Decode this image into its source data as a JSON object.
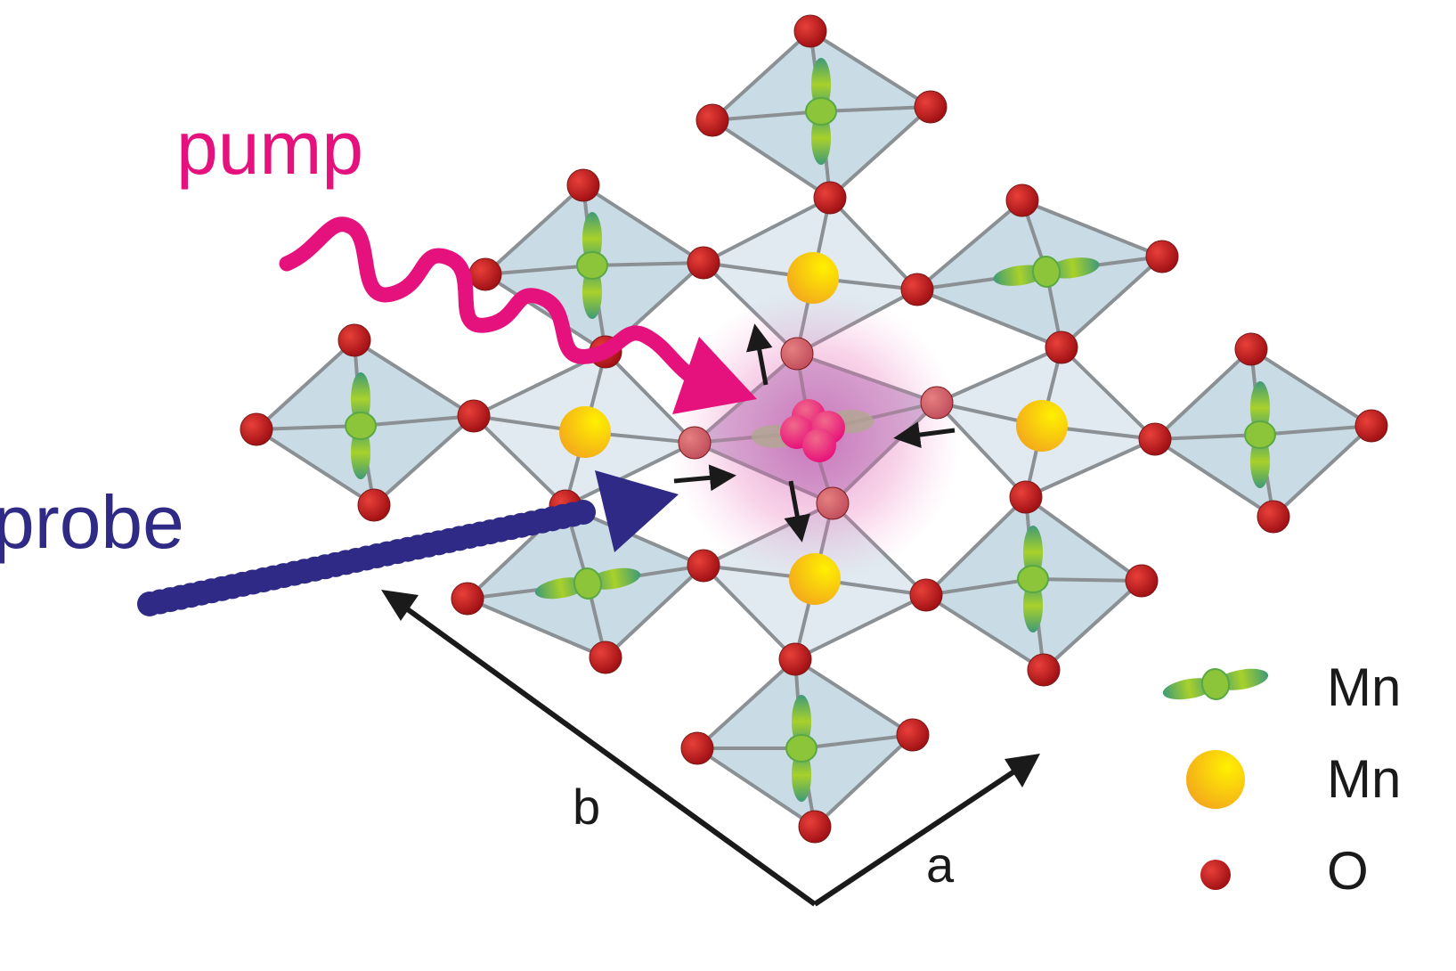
{
  "labels": {
    "pump": "pump",
    "probe": "probe",
    "axis_a": "a",
    "axis_b": "b"
  },
  "legend": [
    {
      "symbol": "orbital-icon",
      "label": "Mn"
    },
    {
      "symbol": "yellow-sphere-icon",
      "label": "Mn"
    },
    {
      "symbol": "red-sphere-icon",
      "label": "O"
    }
  ],
  "colors": {
    "pump": "#e5127d",
    "probe": "#2e2a85",
    "oxygen": "#c8161d",
    "mn4": "#f7c21a",
    "orbital": "#6cb33f",
    "octahedron_fill": "#cfdfe8",
    "octahedron_stroke": "#8a9094",
    "axis": "#1a1a1a"
  }
}
